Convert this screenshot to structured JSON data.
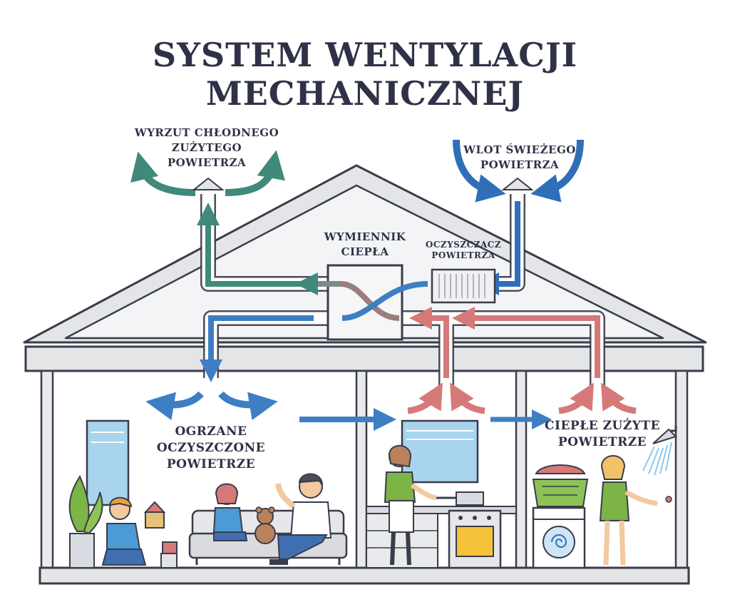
{
  "title": {
    "line1": "SYSTEM WENTYLACJI",
    "line2": "MECHANICZNEJ"
  },
  "labels": {
    "exhaust": [
      "WYRZUT CHŁODNEGO",
      "ZUŻYTEGO",
      "POWIETRZA"
    ],
    "intake": [
      "WLOT ŚWIEŻEGO",
      "POWIETRZA"
    ],
    "exchanger": [
      "WYMIENNIK",
      "CIEPŁA"
    ],
    "purifier": [
      "OCZYSZCZACZ",
      "POWIETRZA"
    ],
    "supply": [
      "OGRZANE",
      "OCZYSZCZONE",
      "POWIETRZE"
    ],
    "warm_used": [
      "CIEPŁE ZUŻYTE",
      "POWIETRZE"
    ]
  },
  "colors": {
    "text": "#2f3147",
    "exhaust_green": "#3f8a7a",
    "fresh_blue": "#2f6fb8",
    "supply_blue": "#3d7fc2",
    "warm_red": "#d57a78",
    "roof": "#e4e5e7",
    "outline": "#3a3c4a"
  },
  "icons": [
    "house-outline",
    "heat-exchanger-icon",
    "air-purifier-icon",
    "air-flow-arrows",
    "window-icon",
    "sofa-icon",
    "plant-icon",
    "oven-icon",
    "washing-machine-icon",
    "shower-icon",
    "teddy-bear-icon",
    "laundry-basket-icon"
  ]
}
